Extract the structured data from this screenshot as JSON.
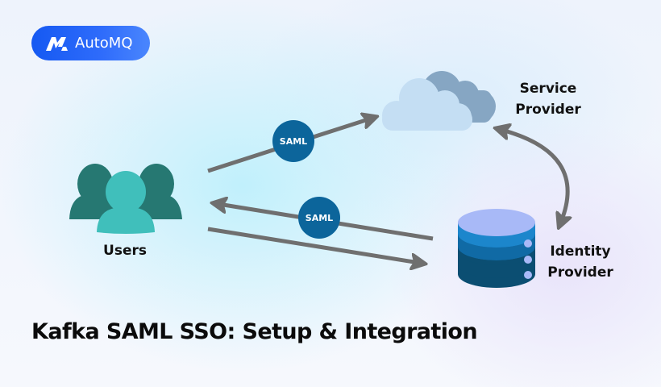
{
  "brand": {
    "name": "AutoMQ",
    "logo_icon": "automq-m-logo-icon",
    "pill_color": "#1d5ff5"
  },
  "diagram": {
    "nodes": {
      "users": {
        "label": "Users",
        "icon": "users-group-icon",
        "colors": {
          "back": "#267872",
          "front": "#40bfbb"
        }
      },
      "service_provider": {
        "label_line1": "Service",
        "label_line2": "Provider",
        "icon": "cloud-icon",
        "colors": {
          "back": "#86a6c3",
          "front": "#c4def3"
        }
      },
      "identity_provider": {
        "label_line1": "Identity",
        "label_line2": "Provider",
        "icon": "database-icon",
        "colors": {
          "top": "#a8b9f7",
          "layer1": "#1c86cc",
          "layer2": "#106aa5",
          "layer3": "#0b4e72",
          "dots": "#a8b9f7"
        }
      }
    },
    "edges": [
      {
        "from": "users",
        "to": "service_provider",
        "badge": "SAML",
        "direction": "forward"
      },
      {
        "from": "identity_provider",
        "to": "users",
        "badge": "SAML",
        "direction": "forward"
      },
      {
        "from": "users",
        "to": "identity_provider",
        "badge": "",
        "direction": "forward"
      },
      {
        "from": "service_provider",
        "to": "identity_provider",
        "badge": "",
        "direction": "bidirectional"
      }
    ],
    "badge_color": "#0c659b",
    "arrow_color": "#6f6f6f"
  },
  "title": "Kafka SAML SSO: Setup & Integration"
}
